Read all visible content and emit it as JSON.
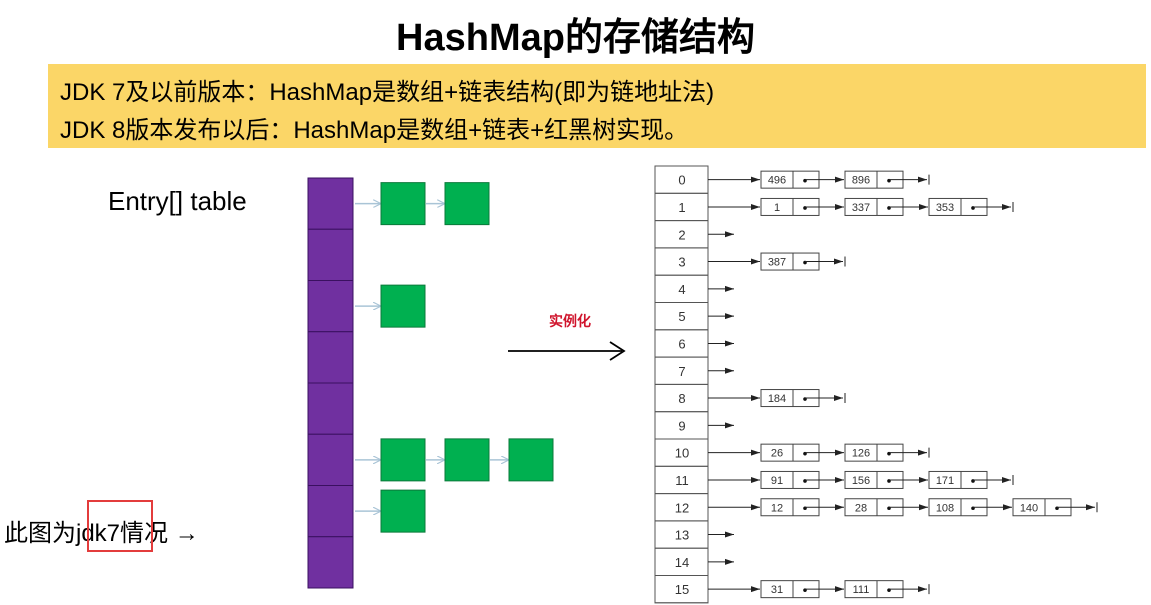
{
  "title": "HashMap的存储结构",
  "note": {
    "line1": "JDK 7及以前版本：HashMap是数组+链表结构(即为链地址法)",
    "line2": "JDK 8版本发布以后：HashMap是数组+链表+红黑树实现。"
  },
  "left_diagram": {
    "label": "Entry[] table",
    "slot_count": 8,
    "chains": [
      [
        0,
        2
      ],
      [
        2,
        1
      ],
      [
        5,
        3
      ],
      [
        6,
        1
      ]
    ],
    "colors": {
      "array": "#7030a0",
      "node": "#00b050",
      "arrow": "#a9c4d6"
    }
  },
  "transform_label": "实例化",
  "right_diagram": {
    "indices": [
      "0",
      "1",
      "2",
      "3",
      "4",
      "5",
      "6",
      "7",
      "8",
      "9",
      "10",
      "11",
      "12",
      "13",
      "14",
      "15"
    ],
    "chains": [
      [
        "496",
        "896"
      ],
      [
        "1",
        "337",
        "353"
      ],
      [],
      [
        "387"
      ],
      [],
      [],
      [],
      [],
      [
        "184"
      ],
      [],
      [
        "26",
        "126"
      ],
      [
        "91",
        "156",
        "171"
      ],
      [
        "12",
        "28",
        "108",
        "140"
      ],
      [],
      [],
      [
        "31",
        "111"
      ]
    ]
  },
  "caption": "此图为jdk7情况 →"
}
